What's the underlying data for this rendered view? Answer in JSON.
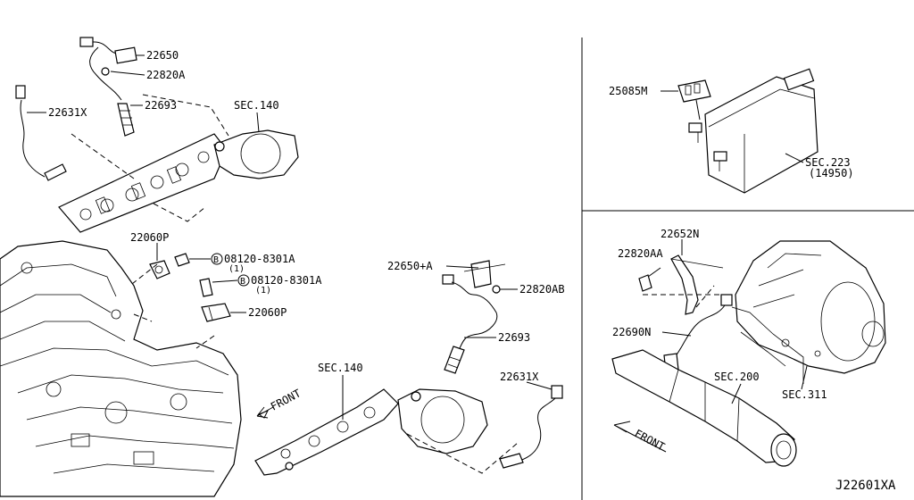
{
  "labels": {
    "p22650": "22650",
    "p22820A": "22820A",
    "p22693_top": "22693",
    "p22631X_top": "22631X",
    "sec140_top": "SEC.140",
    "p22060P_a": "22060P",
    "bolt1": "08120-8301A",
    "bolt1_qty": "(1)",
    "bolt2": "08120-8301A",
    "bolt2_qty": "(1)",
    "p22060P_b": "22060P",
    "p22650A": "22650+A",
    "p22820AB": "22820AB",
    "p22693_mid": "22693",
    "sec140_bot": "SEC.140",
    "p22631X_bot": "22631X",
    "front_left": "FRONT",
    "p25085M": "25085M",
    "sec223": "SEC.223",
    "sec223_sub": "(14950)",
    "p22652N": "22652N",
    "p22820AA": "22820AA",
    "p22690N": "22690N",
    "sec200": "SEC.200",
    "sec311": "SEC.311",
    "front_right": "FRONT",
    "bolt_marker": "B",
    "drawing_id": "J22601XA"
  }
}
